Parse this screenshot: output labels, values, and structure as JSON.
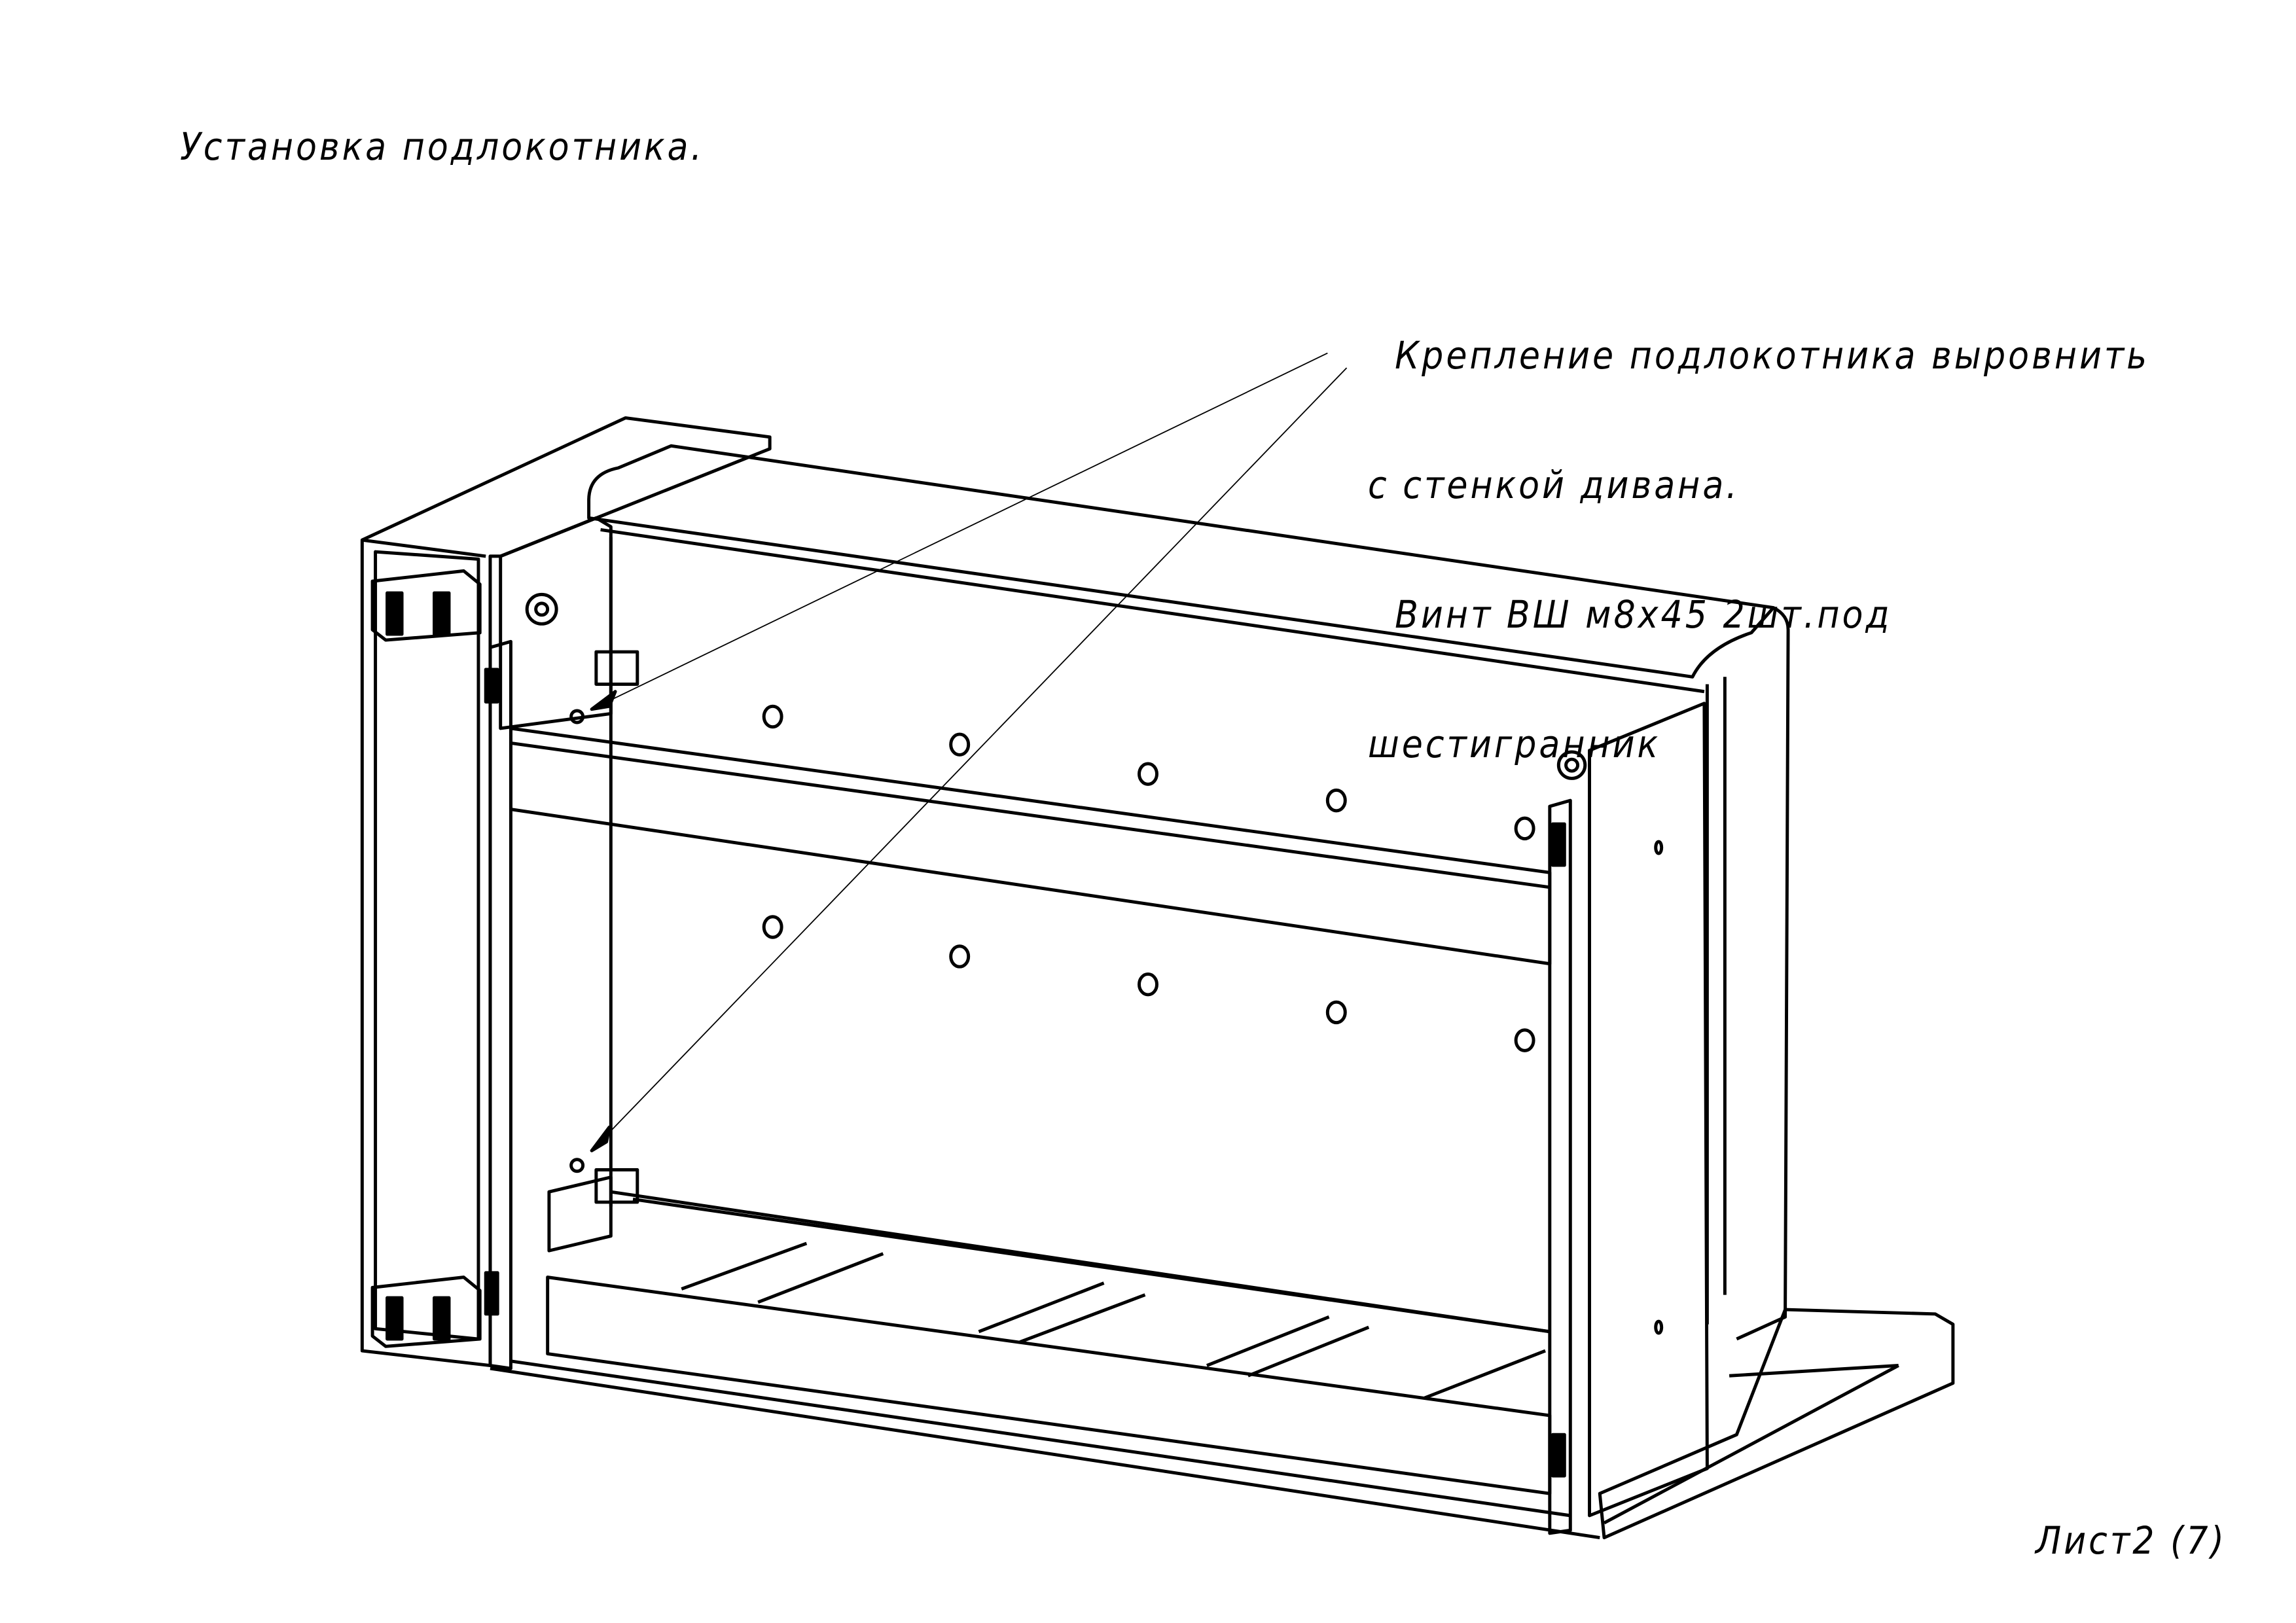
{
  "title": "Установка подлокотника.",
  "note": {
    "lines": [
      "  Крепление подлокотника выровнить",
      "с стенкой дивана.",
      "  Винт ВШ м8х45 2шт.под",
      "шестигранник"
    ]
  },
  "sheet_label": "Лист2 (7)"
}
